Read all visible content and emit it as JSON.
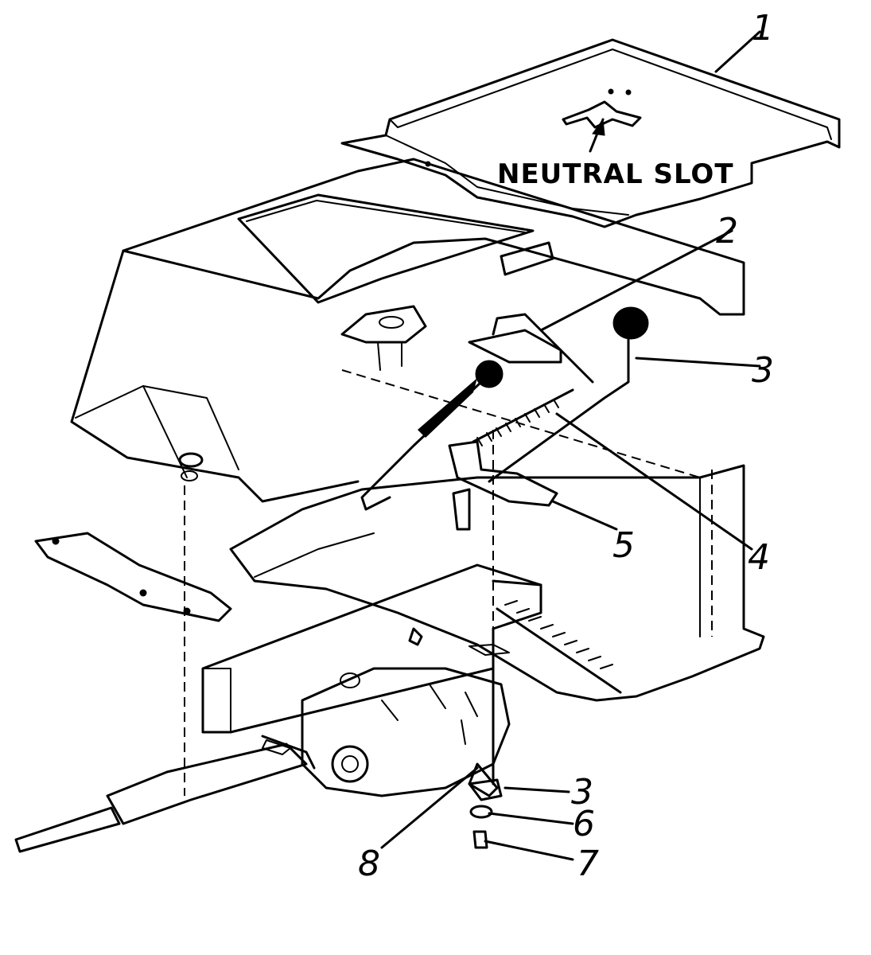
{
  "labels": {
    "neutral_slot": "NEUTRAL SLOT"
  },
  "callouts": {
    "c1": "1",
    "c2": "2",
    "c3_top": "3",
    "c4": "4",
    "c5": "5",
    "c3_bottom": "3",
    "c6": "6",
    "c7": "7",
    "c8": "8"
  }
}
